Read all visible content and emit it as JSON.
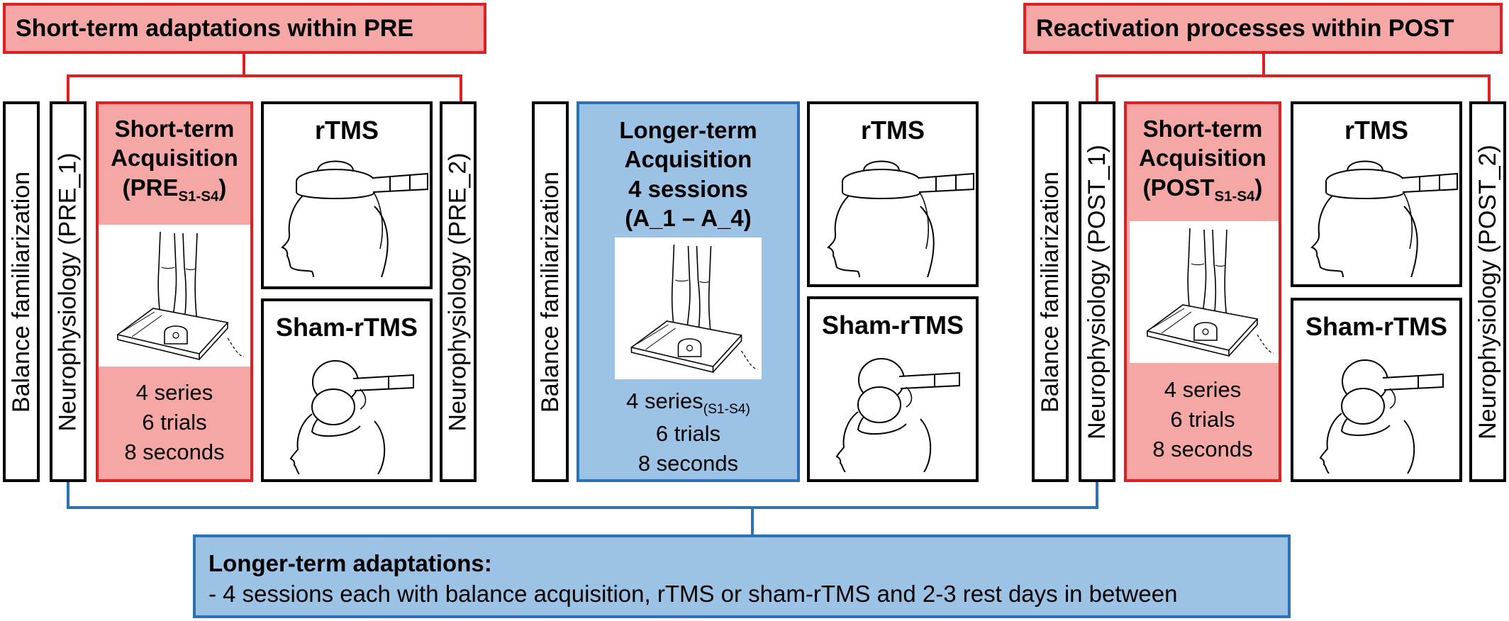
{
  "headers": {
    "left": "Short-term adaptations within PRE",
    "right": "Reactivation processes within POST"
  },
  "columns": {
    "balance_familiarization": "Balance familiarization",
    "pre1": "Neurophysiology (PRE_1)",
    "pre2": "Neurophysiology (PRE_2)",
    "post1": "Neurophysiology (POST_1)",
    "post2": "Neurophysiology (POST_2)"
  },
  "pre_acquisition": {
    "line1": "Short-term",
    "line2": "Acquisition",
    "line3_main": "(PRE",
    "line3_sub": "S1-S4",
    "line3_end": ")",
    "series": "4 series",
    "trials": "6 trials",
    "seconds": "8 seconds"
  },
  "longer_acquisition": {
    "line1": "Longer-term",
    "line2": "Acquisition",
    "line3": "4 sessions",
    "line4": "(A_1 – A_4)",
    "series_main": "4 series",
    "series_sub": "(S1-S4)",
    "trials": "6 trials",
    "seconds": "8 seconds"
  },
  "post_acquisition": {
    "line1": "Short-term",
    "line2": "Acquisition",
    "line3_main": "(POST",
    "line3_sub": "S1-S4",
    "line3_end": ")",
    "series": "4 series",
    "trials": "6 trials",
    "seconds": "8 seconds"
  },
  "stimulation": {
    "rtms": "rTMS",
    "sham": "Sham-rTMS"
  },
  "bottom": {
    "title": "Longer-term adaptations:",
    "text": "- 4 sessions each with balance acquisition, rTMS or sham-rTMS and 2-3 rest days in between"
  },
  "colors": {
    "red_border": "#e02020",
    "red_fill": "#f4a7a5",
    "blue_border": "#2a72b5",
    "blue_fill": "#9cc3e5"
  }
}
